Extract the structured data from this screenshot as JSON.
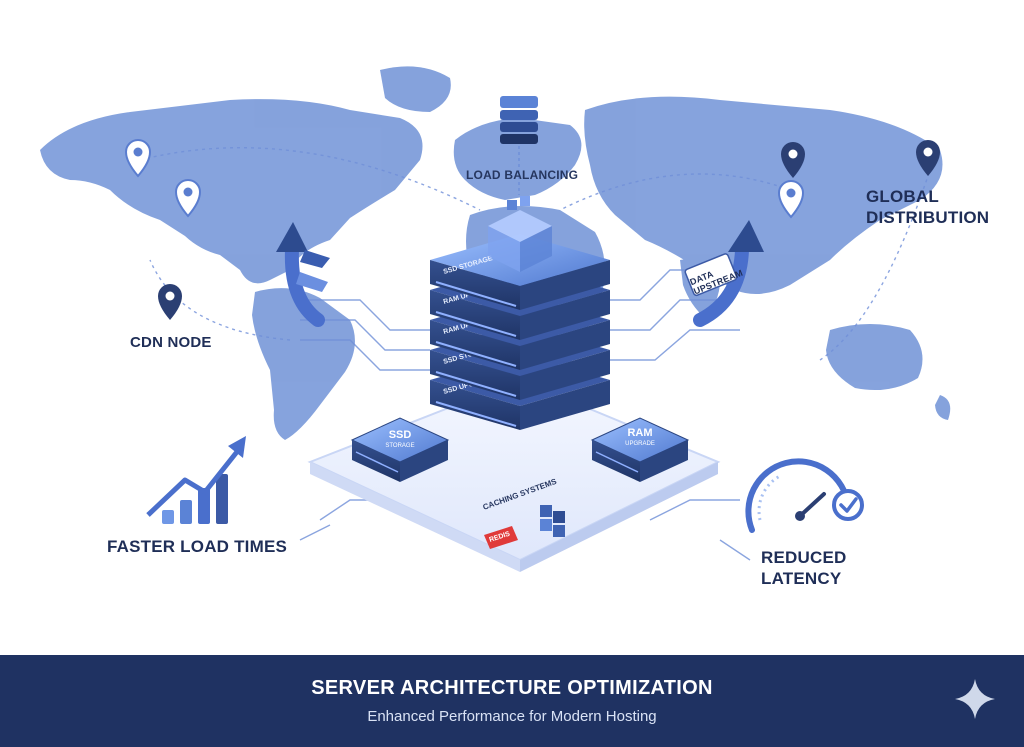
{
  "labels": {
    "cdn_node": "CDN NODE",
    "global_distribution_line1": "GLOBAL",
    "global_distribution_line2": "DISTRIBUTION",
    "load_balancing": "LOAD BALANCING",
    "faster_load_times": "FASTER LOAD TIMES",
    "reduced_latency_line1": "REDUCED",
    "reduced_latency_line2": "LATENCY",
    "data_tag_line1": "DATA",
    "data_tag_line2": "UPSTREAM",
    "caching_systems": "CACHING SYSTEMS",
    "redis_badge": "REDIS"
  },
  "server_stack": {
    "layers": [
      "SSD STORAGE",
      "RAM UPGRADE",
      "RAM UPGRADE",
      "SSD STORAGE",
      "SSD UPGRADE"
    ]
  },
  "modules": {
    "ssd_line1": "SSD",
    "ssd_line2": "STORAGE",
    "ram_line1": "RAM",
    "ram_line2": "UPGRADE"
  },
  "footer": {
    "title": "SERVER ARCHITECTURE OPTIMIZATION",
    "subtitle": "Enhanced Performance for Modern Hosting"
  },
  "colors": {
    "map": "#7f9edb",
    "server_dark": "#2b4580",
    "server_light": "#5b83d6",
    "accent_red": "#e03a3a",
    "footer_bg": "#1f3262",
    "label_text": "#1f2e57"
  }
}
